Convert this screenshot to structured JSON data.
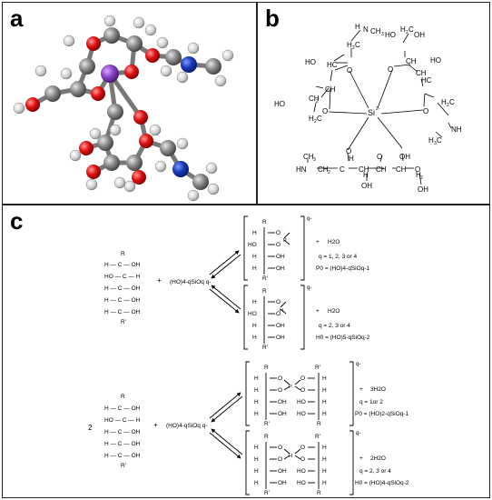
{
  "panel_a": {
    "label": "a"
  },
  "panel_b": {
    "label": "b",
    "texts": [
      "H",
      "N",
      "CH",
      "3",
      "HO",
      "OH",
      "H",
      "2",
      "C",
      "H",
      "2",
      "C",
      "HO",
      "HC",
      "CH",
      "HO",
      "HC",
      "O",
      "O",
      "CH",
      "CH",
      "HO",
      "H",
      "2",
      "C",
      "O",
      "O",
      "CH",
      "2",
      "Si",
      "2-",
      "H",
      "2",
      "C",
      "NH",
      "H",
      "3",
      "C",
      "CH",
      "3",
      "HN",
      "CH",
      "2",
      "C",
      "H",
      "CH",
      "OH",
      "CH",
      "O",
      "CH",
      "OH",
      "O",
      "OH",
      "O",
      "H",
      "H",
      "2"
    ]
  },
  "panel_c": {
    "label": "c",
    "top": {
      "reactant_rows": [
        "R",
        "H — C — OH",
        "HO — C — H",
        "H — C — OH",
        "H — C — OH",
        "H — C — OH",
        "R'"
      ],
      "plus": "+",
      "silicate": "(HO)4-qSiOq q-",
      "product1": {
        "charge": "q-",
        "water": "H2O",
        "q_note": "q = 1, 2, 3 or 4",
        "def": "P0 = (HO)4-qSiOq-1"
      },
      "product2": {
        "charge": "q-",
        "water": "H2O",
        "q_note": "q = 2, 3 or 4",
        "def": "H0 = (HO)5-qSiOq-2"
      }
    },
    "bottom": {
      "coef": "2",
      "plus": "+",
      "silicate": "(HO)4-qSiOq q-",
      "product3": {
        "charge": "q-",
        "water": "3H2O",
        "q_note": "q = 1or 2",
        "def": "P0 = (HO)2-qSiOq-1"
      },
      "product4": {
        "charge": "q-",
        "water": "2H2O",
        "q_note": "q = 2, 3 or 4",
        "def": "H0 = (HO)4-qSiOq-2"
      }
    }
  }
}
